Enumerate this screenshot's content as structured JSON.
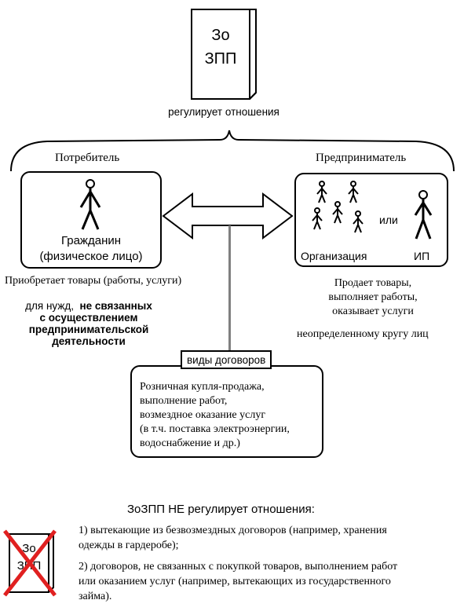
{
  "book": {
    "line1": "Зо",
    "line2": "ЗПП"
  },
  "regulates": "регулирует  отношения",
  "consumer": {
    "title": "Потребитель",
    "citizen_line1": "Гражданин",
    "citizen_line2": "(физическое лицо)",
    "acquires": "Приобретает товары (работы, услуги)",
    "purpose_prefix": "для нужд,",
    "purpose_bold": [
      "не связанных",
      "с осуществлением",
      "предпринимательской",
      "деятельности"
    ]
  },
  "entrepreneur": {
    "title": "Предприниматель",
    "or": "или",
    "org": "Организация",
    "ip": "ИП",
    "sells": [
      "Продает товары,",
      "выполняет работы,",
      "оказывает услуги"
    ],
    "circle": "неопределенному кругу лиц"
  },
  "contracts": {
    "label": "виды договоров",
    "items": [
      "Розничная купля-продажа,",
      "выполнение работ,",
      "возмездное оказание услуг",
      "(в т.ч. поставка электроэнергии,",
      "водоснабжение и др.)"
    ]
  },
  "not_regulated": {
    "title": "ЗоЗПП НЕ регулирует отношения:",
    "item1_lines": [
      "1) вытекающие из безвозмездных договоров (например, хранения",
      "одежды в гардеробе);"
    ],
    "item2_lines": [
      "2) договоров, не связанных с покупкой товаров, выполнением работ",
      "или оказанием услуг (например, вытекающих из государственного",
      "займа)."
    ],
    "book_line1": "Зо",
    "book_line2": "ЗПП"
  },
  "colors": {
    "cross": "#e02020",
    "connector": "#808080"
  }
}
